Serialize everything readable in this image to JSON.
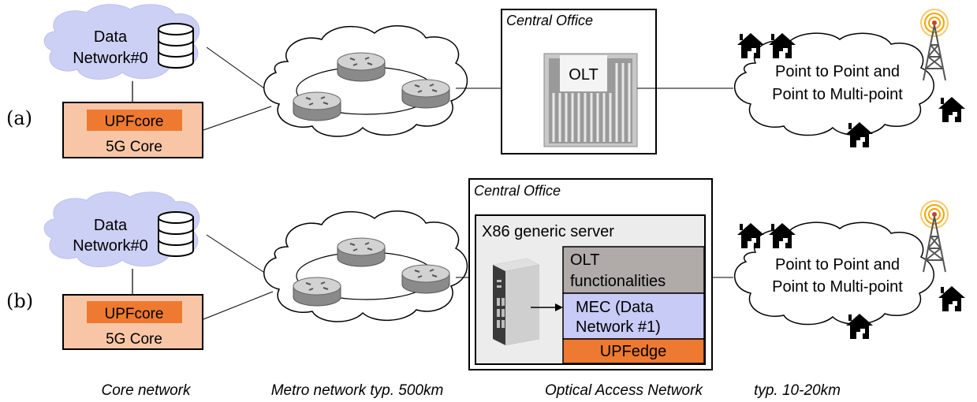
{
  "rows": [
    {
      "label": "(a)",
      "data_network": [
        "Data",
        "Network#0"
      ],
      "upf_core": "UPFcore",
      "core_5g": "5G Core",
      "central_office": "Central Office",
      "olt": "OLT",
      "access_cloud": [
        "Point to Point and",
        "Point to Multi-point"
      ]
    },
    {
      "label": "(b)",
      "data_network": [
        "Data",
        "Network#0"
      ],
      "upf_core": "UPFcore",
      "core_5g": "5G Core",
      "central_office": "Central Office",
      "server": "X86 generic server",
      "olt_functionalities": [
        "OLT",
        "functionalities"
      ],
      "mec": [
        "MEC (Data",
        "Network #1)"
      ],
      "upf_edge": "UPFedge",
      "access_cloud": [
        "Point to Point and",
        "Point to Multi-point"
      ]
    }
  ],
  "footer": {
    "core": "Core network",
    "metro": "Metro network typ. 500km",
    "optical": "Optical Access Network",
    "typ": "typ. 10-20km"
  },
  "colors": {
    "cloud_fill": "#cdd0f5",
    "core_fill": "#f8c6a6",
    "upf_fill": "#ee7a32",
    "server_fill": "#ececec",
    "olt_func_fill": "#b0aaa8",
    "mec_fill": "#c8cbf6"
  }
}
